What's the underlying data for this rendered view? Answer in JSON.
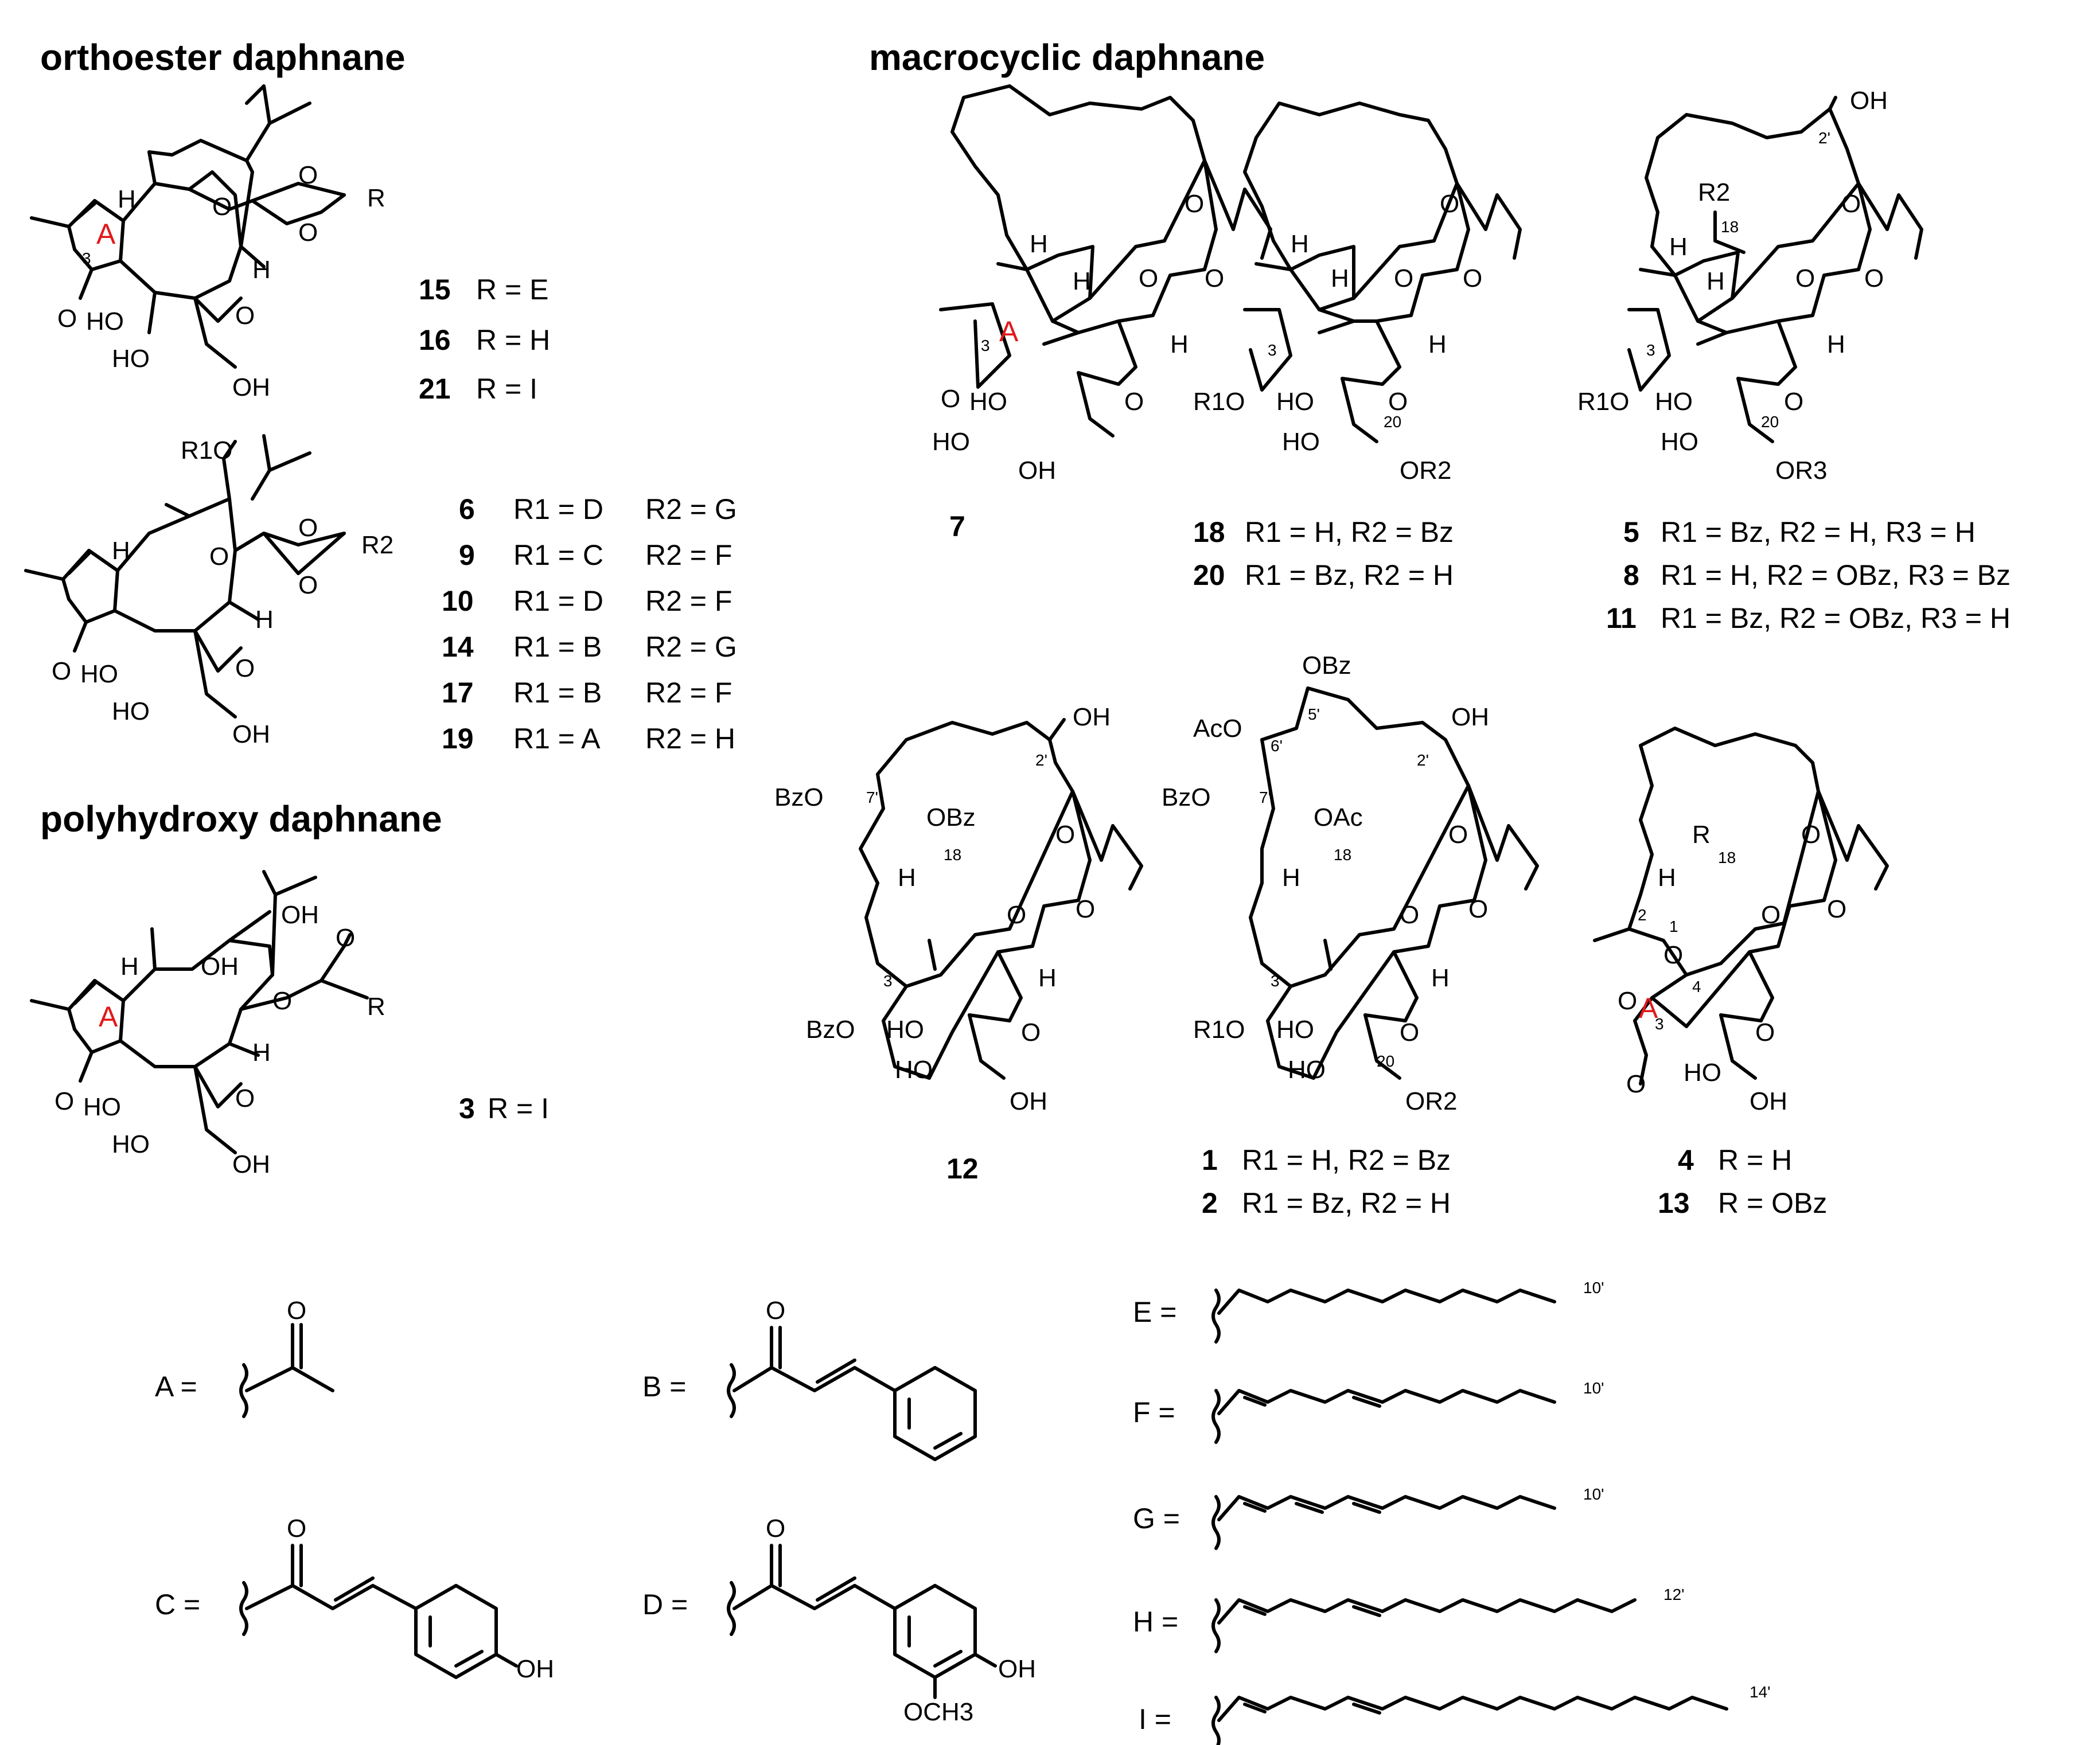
{
  "headings": {
    "orthoester": "orthoester daphnane",
    "macrocyclic": "macrocyclic daphnane",
    "polyhydroxy": "polyhydroxy daphnane"
  },
  "orthoester_top": {
    "ring_label": "A",
    "atoms": [
      "H",
      "O",
      "O",
      "O",
      "R",
      "H",
      "O",
      "HO",
      "HO",
      "O",
      "OH"
    ],
    "position_label": "3",
    "variants": [
      {
        "num": "15",
        "text": "R = E"
      },
      {
        "num": "16",
        "text": "R = H"
      },
      {
        "num": "21",
        "text": "R = I"
      }
    ]
  },
  "orthoester_bottom": {
    "atoms": [
      "R1O",
      "H",
      "O",
      "O",
      "O",
      "R2",
      "H",
      "O",
      "HO",
      "HO",
      "O",
      "OH"
    ],
    "variants": [
      {
        "num": "6",
        "r1": "R1 = D",
        "r2": "R2 = G"
      },
      {
        "num": "9",
        "r1": "R1 = C",
        "r2": "R2 = F"
      },
      {
        "num": "10",
        "r1": "R1 = D",
        "r2": "R2 = F"
      },
      {
        "num": "14",
        "r1": "R1 = B",
        "r2": "R2 = G"
      },
      {
        "num": "17",
        "r1": "R1 = B",
        "r2": "R2 = F"
      },
      {
        "num": "19",
        "r1": "R1 = A",
        "r2": "R2 = H"
      }
    ]
  },
  "polyhydroxy": {
    "ring_label": "A",
    "atoms": [
      "OH",
      "O",
      "H",
      "OH",
      "O",
      "R",
      "H",
      "O",
      "HO",
      "HO",
      "O",
      "OH"
    ],
    "variants": [
      {
        "num": "3",
        "text": "R = I"
      }
    ]
  },
  "compound_7": {
    "num": "7",
    "ring_label": "A",
    "position_label": "3",
    "atoms": [
      "H",
      "H",
      "O",
      "O",
      "O",
      "H",
      "O",
      "HO",
      "HO",
      "O",
      "OH"
    ]
  },
  "compound_18_20": {
    "atoms": [
      "H",
      "H",
      "O",
      "O",
      "O",
      "H",
      "R1O",
      "HO",
      "HO",
      "O",
      "OR2"
    ],
    "position_labels": [
      "3",
      "20"
    ],
    "variants": [
      {
        "num": "18",
        "text": "R1 = H,    R2 = Bz"
      },
      {
        "num": "20",
        "text": "R1 = Bz, R2 = H"
      }
    ]
  },
  "compound_5_8_11": {
    "atoms": [
      "OH",
      "R2",
      "H",
      "H",
      "O",
      "O",
      "O",
      "H",
      "R1O",
      "HO",
      "HO",
      "O",
      "OR3"
    ],
    "position_labels": [
      "2'",
      "18",
      "3",
      "20"
    ],
    "variants": [
      {
        "num": "5",
        "text": "R1 = Bz, R2 = H, R3 = H"
      },
      {
        "num": "8",
        "text": "R1 = H, R2 = OBz, R3 = Bz"
      },
      {
        "num": "11",
        "text": "R1 = Bz, R2 = OBz, R3 = H"
      }
    ]
  },
  "compound_12": {
    "num": "12",
    "atoms": [
      "OH",
      "BzO",
      "OBz",
      "H",
      "O",
      "O",
      "O",
      "H",
      "BzO",
      "HO",
      "HO",
      "O",
      "OH"
    ],
    "position_labels": [
      "2'",
      "7'",
      "18",
      "3"
    ]
  },
  "compound_1_2": {
    "atoms": [
      "OBz",
      "AcO",
      "OH",
      "BzO",
      "OAc",
      "H",
      "O",
      "O",
      "O",
      "H",
      "R1O",
      "HO",
      "HO",
      "O",
      "OR2"
    ],
    "position_labels": [
      "5'",
      "6'",
      "2'",
      "7'",
      "18",
      "3",
      "20"
    ],
    "variants": [
      {
        "num": "1",
        "text": "R1 = H, R2 = Bz"
      },
      {
        "num": "2",
        "text": "R1 = Bz, R2 = H"
      }
    ]
  },
  "compound_4_13": {
    "ring_label": "A",
    "atoms": [
      "R",
      "H",
      "O",
      "O",
      "O",
      "O",
      "O",
      "O",
      "HO",
      "O",
      "OH"
    ],
    "position_labels": [
      "18",
      "2",
      "1",
      "4",
      "3"
    ],
    "variants": [
      {
        "num": "4",
        "text": "R = H"
      },
      {
        "num": "13",
        "text": "R = OBz"
      }
    ]
  },
  "substituents": [
    {
      "key": "A",
      "label": "A =",
      "atoms": [
        "O"
      ]
    },
    {
      "key": "B",
      "label": "B =",
      "atoms": [
        "O"
      ]
    },
    {
      "key": "C",
      "label": "C =",
      "atoms": [
        "O",
        "OH"
      ]
    },
    {
      "key": "D",
      "label": "D =",
      "atoms": [
        "O",
        "OH",
        "OCH3"
      ]
    },
    {
      "key": "E",
      "label": "E =",
      "end": "10'"
    },
    {
      "key": "F",
      "label": "F =",
      "end": "10'"
    },
    {
      "key": "G",
      "label": "G =",
      "end": "10'"
    },
    {
      "key": "H",
      "label": "H =",
      "end": "12'"
    },
    {
      "key": "I",
      "label": "I =",
      "end": "14'"
    }
  ],
  "colors": {
    "ring_label": "#e0191b",
    "ink": "#000000"
  }
}
